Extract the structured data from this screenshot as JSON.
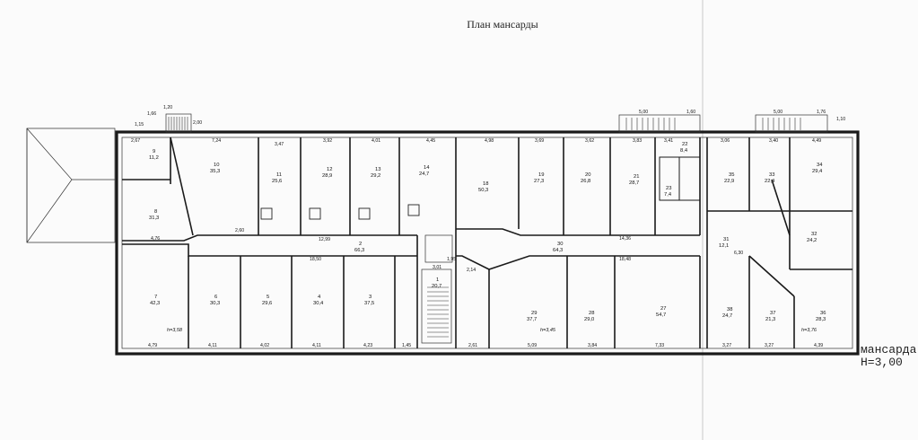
{
  "title": "План мансарды",
  "floor_label": "мансарда",
  "height_label": "H=3,00",
  "outer_dims": {
    "top": [
      "2,67",
      "7,24",
      "3,47",
      "3,92",
      "4,01",
      "4,45",
      "4,98",
      "3,69",
      "3,62",
      "3,83",
      "3,41",
      "3,06",
      "3,40",
      "4,49"
    ],
    "bottom": [
      "4,79",
      "4,11",
      "4,02",
      "4,11",
      "4,23",
      "1,45",
      "2,61",
      "5,09",
      "3,84",
      "7,33",
      "3,27",
      "3,27",
      "4,39"
    ],
    "stairs": [
      "1,66",
      "1,20",
      "2,00",
      "1,15",
      "5,00",
      "1,60",
      "5,00",
      "1,76",
      "1,10"
    ]
  },
  "corridor_dims": [
    "4,76",
    "2,60",
    "12,99",
    "18,50",
    "14,36",
    "18,48",
    "6,30",
    "3,01",
    "2,14",
    "1,95"
  ],
  "rooms": [
    {
      "num": "9",
      "area": "11,2"
    },
    {
      "num": "8",
      "area": "31,3"
    },
    {
      "num": "10",
      "area": "35,3"
    },
    {
      "num": "11",
      "area": "25,6"
    },
    {
      "num": "12",
      "area": "28,9"
    },
    {
      "num": "13",
      "area": "29,2"
    },
    {
      "num": "14",
      "area": "24,7"
    },
    {
      "num": "18",
      "area": "50,3"
    },
    {
      "num": "19",
      "area": "27,3"
    },
    {
      "num": "20",
      "area": "26,8"
    },
    {
      "num": "21",
      "area": "28,7"
    },
    {
      "num": "22",
      "area": "8,4"
    },
    {
      "num": "23",
      "area": "7,4"
    },
    {
      "num": "35",
      "area": "22,9"
    },
    {
      "num": "33",
      "area": "22,4"
    },
    {
      "num": "34",
      "area": "29,4"
    },
    {
      "num": "2",
      "area": "66,3"
    },
    {
      "num": "30",
      "area": "64,3"
    },
    {
      "num": "31",
      "area": "12,1"
    },
    {
      "num": "32",
      "area": "24,2"
    },
    {
      "num": "7",
      "area": "42,3"
    },
    {
      "num": "6",
      "area": "30,3"
    },
    {
      "num": "5",
      "area": "29,6"
    },
    {
      "num": "4",
      "area": "30,4"
    },
    {
      "num": "3",
      "area": "37,5"
    },
    {
      "num": "1",
      "area": "20,7"
    },
    {
      "num": "29",
      "area": "37,7"
    },
    {
      "num": "28",
      "area": "29,0"
    },
    {
      "num": "27",
      "area": "54,7"
    },
    {
      "num": "38",
      "area": "24,7"
    },
    {
      "num": "37",
      "area": "21,3"
    },
    {
      "num": "36",
      "area": "28,3"
    }
  ],
  "height_marks": [
    "h=3,58",
    "h=3,45",
    "h=3,76"
  ]
}
